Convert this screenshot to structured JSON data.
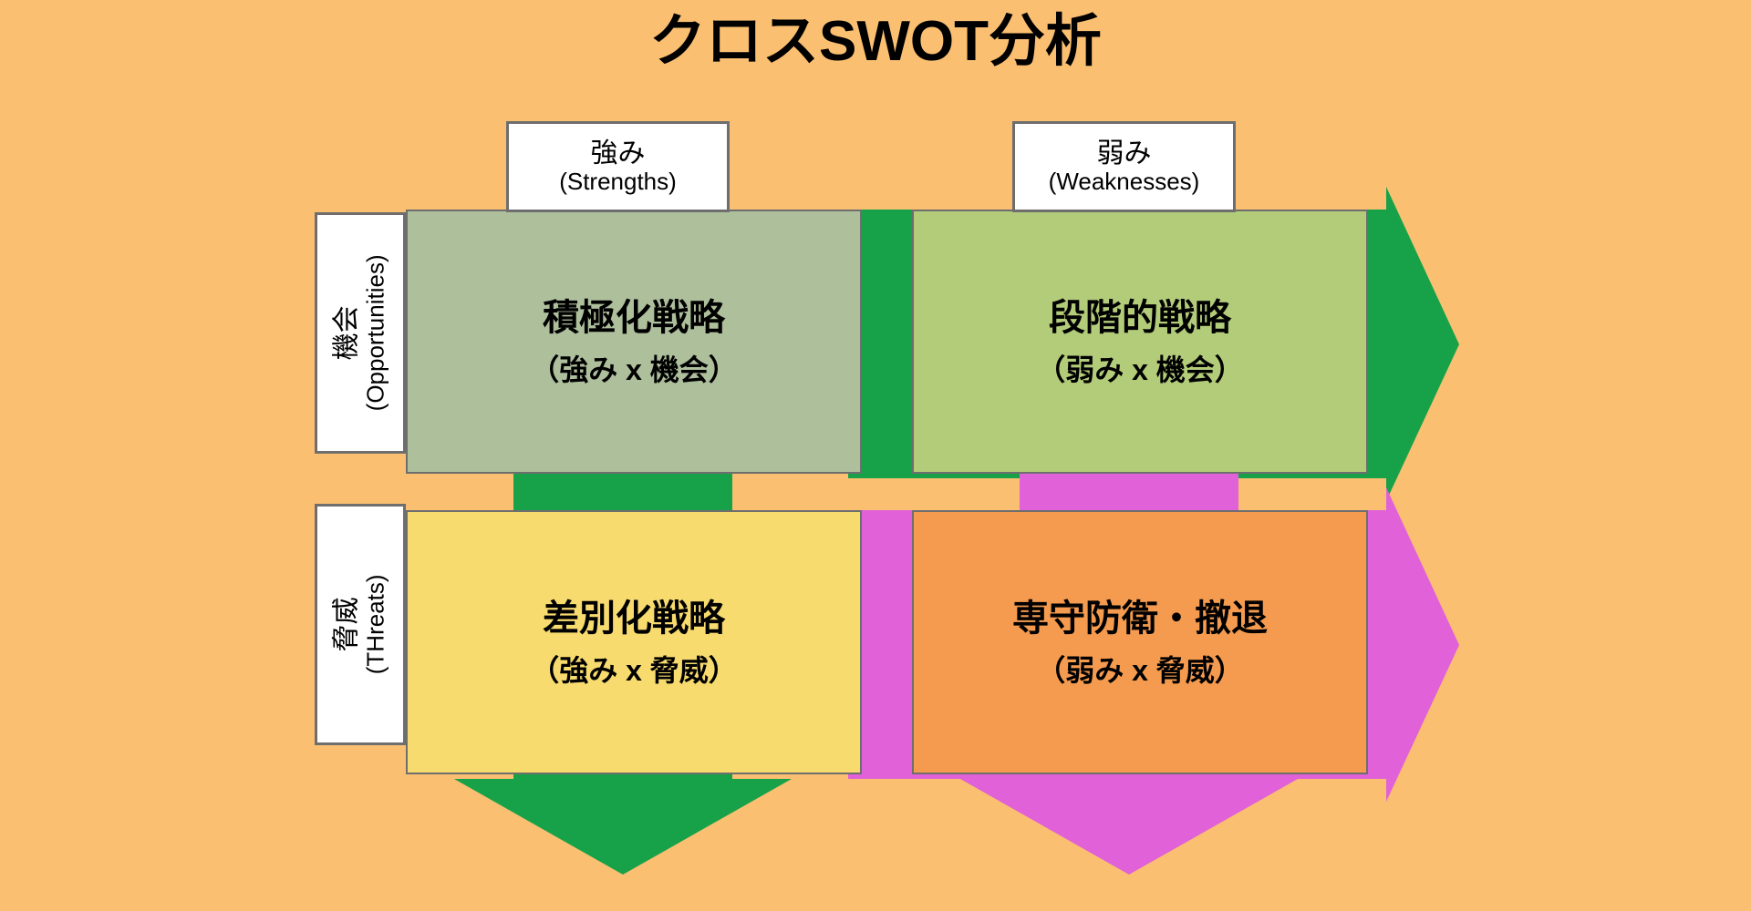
{
  "title": "クロスSWOT分析",
  "colors": {
    "background": "#FABF71",
    "header_box": "#FFFFFF",
    "border": "#6E6E6E",
    "cell_strength_opportunity": "#AEBF9C",
    "cell_weakness_opportunity": "#B3CC79",
    "cell_strength_threat": "#F7DB6E",
    "cell_weakness_threat": "#F59B4F",
    "arrow_green": "#17A24A",
    "arrow_magenta": "#E061D8"
  },
  "column_headers": [
    {
      "jp": "強み",
      "en": "(Strengths)"
    },
    {
      "jp": "弱み",
      "en": "(Weaknesses)"
    }
  ],
  "row_headers": [
    {
      "jp": "機会",
      "en": "(Opportunities)"
    },
    {
      "jp": "脅威",
      "en": "(THreats)"
    }
  ],
  "quadrants": [
    {
      "key": "strength-opportunity",
      "main": "積極化戦略",
      "sub": "（強み x 機会）"
    },
    {
      "key": "weakness-opportunity",
      "main": "段階的戦略",
      "sub": "（弱み x 機会）"
    },
    {
      "key": "strength-threat",
      "main": "差別化戦略",
      "sub": "（強み x 脅威）"
    },
    {
      "key": "weakness-threat",
      "main": "専守防衛・撤退",
      "sub": "（弱み x 脅威）"
    }
  ]
}
